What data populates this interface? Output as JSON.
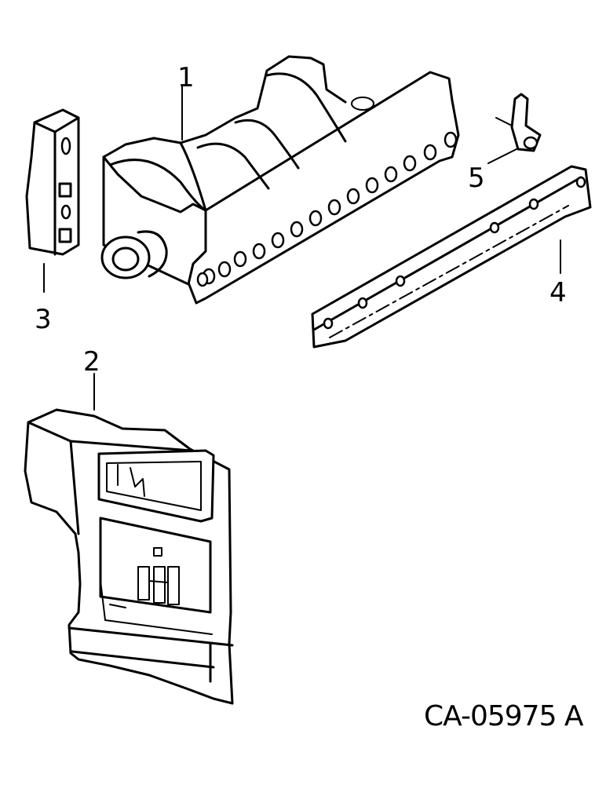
{
  "figure_code": "CA-05975 A",
  "callouts": [
    {
      "id": "1",
      "label": "1"
    },
    {
      "id": "2",
      "label": "2"
    },
    {
      "id": "3",
      "label": "3"
    },
    {
      "id": "4",
      "label": "4"
    },
    {
      "id": "5",
      "label": "5"
    }
  ],
  "emblem_text": "IH"
}
